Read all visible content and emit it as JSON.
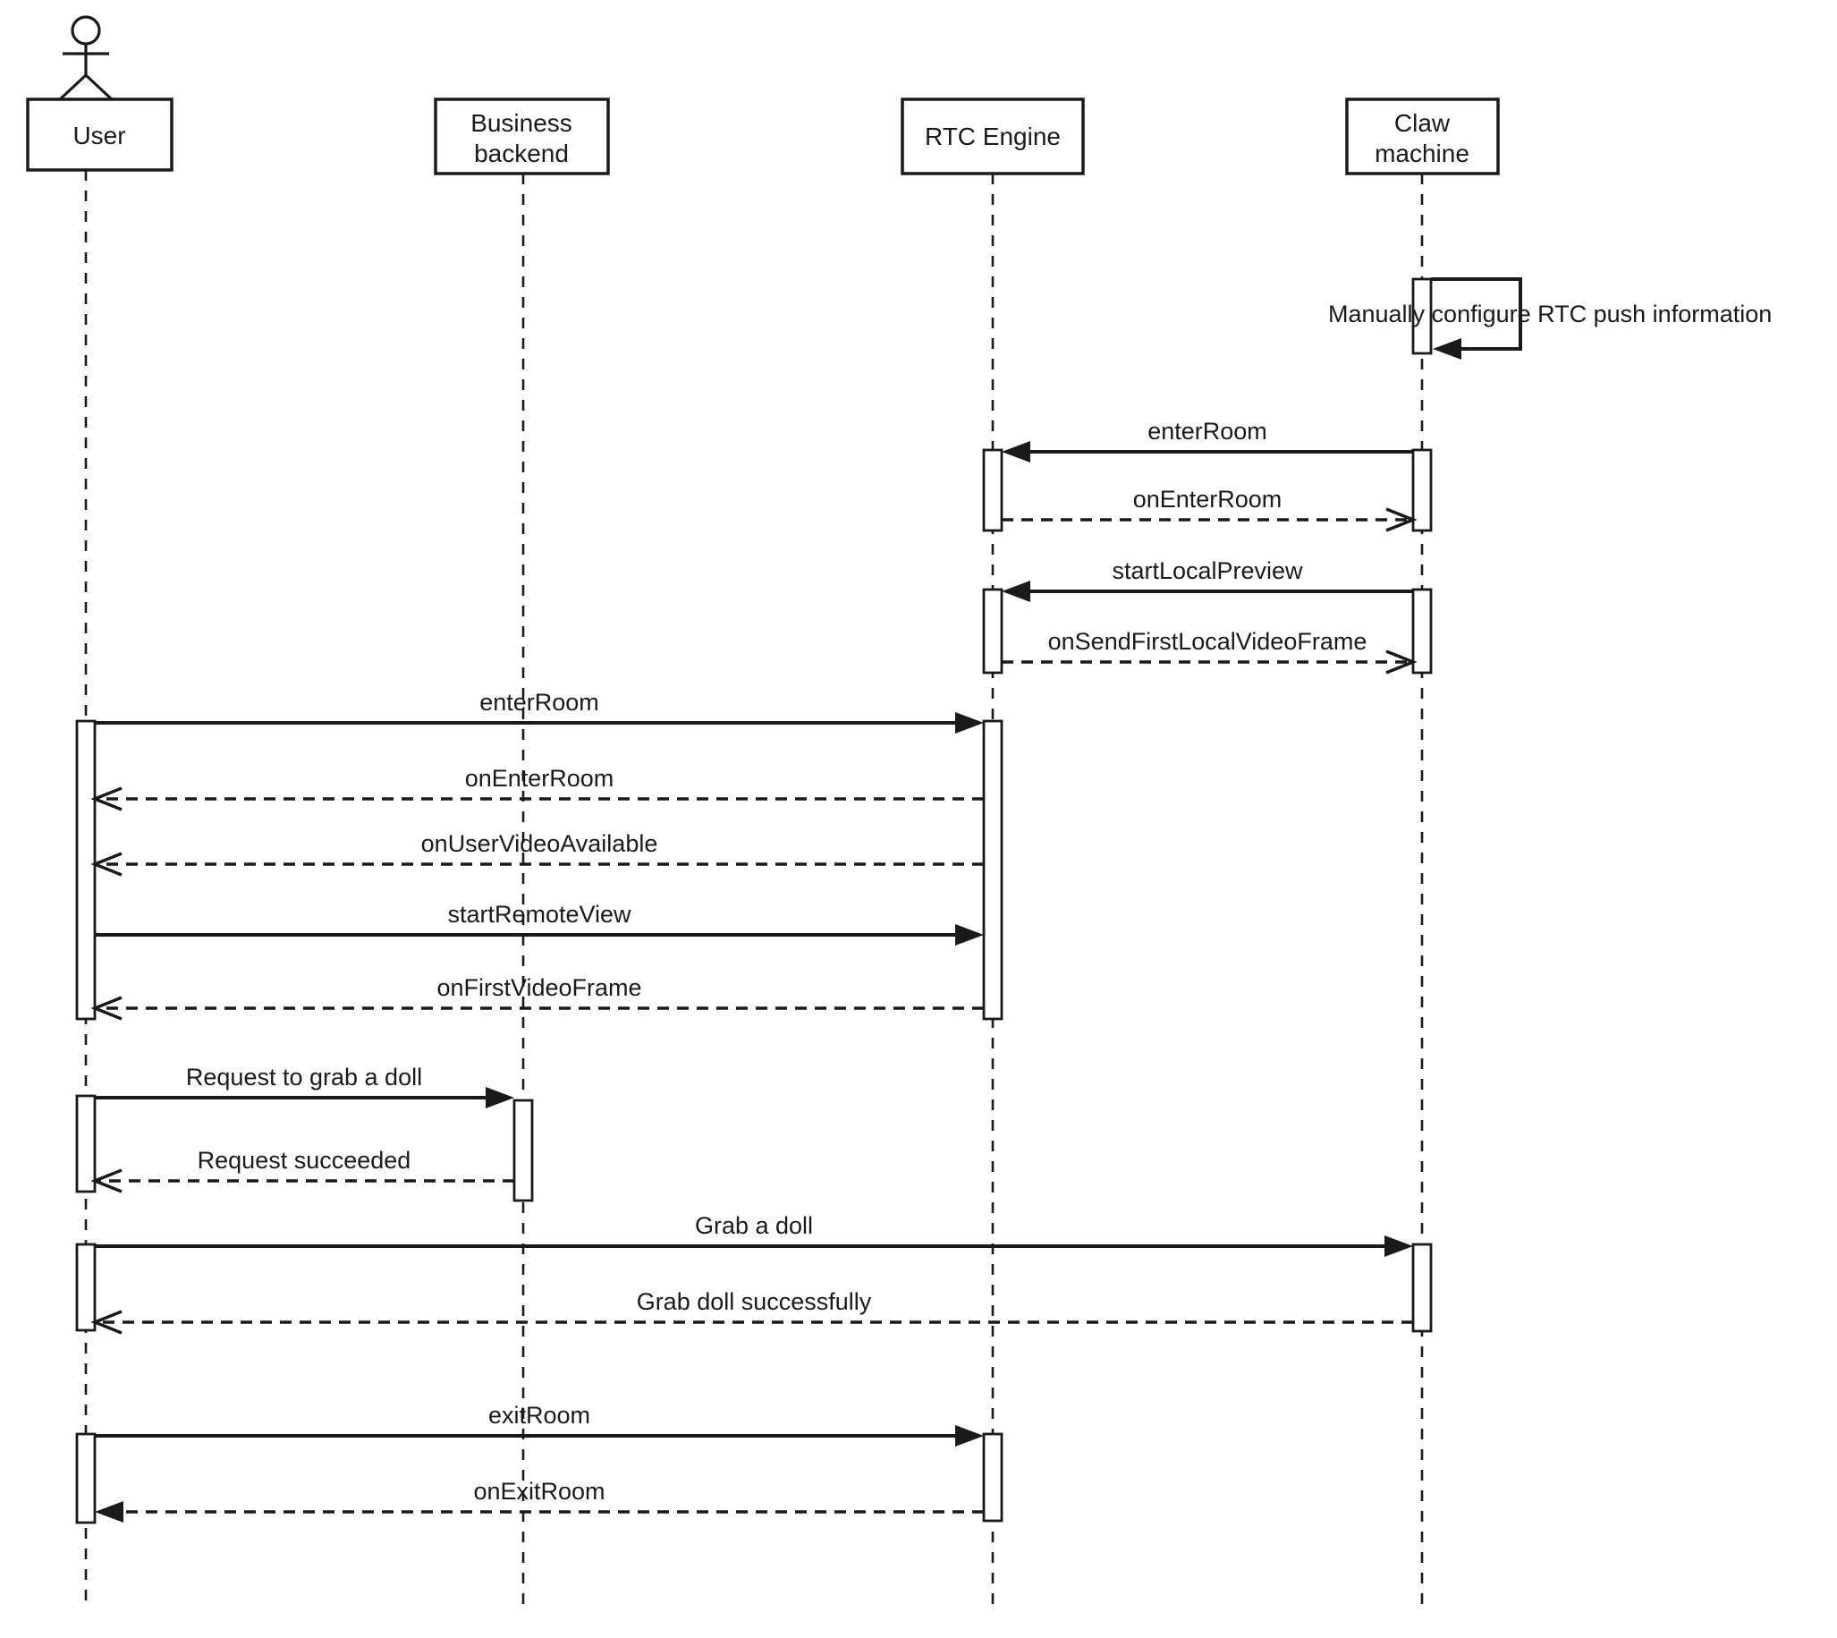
{
  "diagram": {
    "type": "sequence-diagram",
    "title": "Claw machine RTC sequence",
    "colors": {
      "line": "#1a1a1a",
      "background": "#ffffff",
      "activation_fill": "#ffffff"
    },
    "participants": [
      {
        "id": "user",
        "kind": "actor",
        "label": "User",
        "lines": [
          "User"
        ]
      },
      {
        "id": "business",
        "kind": "object",
        "label": "Business backend",
        "lines": [
          "Business",
          "backend"
        ]
      },
      {
        "id": "rtc",
        "kind": "object",
        "label": "RTC Engine",
        "lines": [
          "RTC Engine"
        ]
      },
      {
        "id": "claw",
        "kind": "object",
        "label": "Claw machine",
        "lines": [
          "Claw",
          "machine"
        ]
      }
    ],
    "self_message": {
      "participant": "claw",
      "label": "Manually configure RTC push information",
      "line": "solid",
      "arrow": "filled"
    },
    "messages": [
      {
        "from": "claw",
        "to": "rtc",
        "label": "enterRoom",
        "line": "solid",
        "arrow": "filled"
      },
      {
        "from": "rtc",
        "to": "claw",
        "label": "onEnterRoom",
        "line": "dashed",
        "arrow": "open"
      },
      {
        "from": "claw",
        "to": "rtc",
        "label": "startLocalPreview",
        "line": "solid",
        "arrow": "filled"
      },
      {
        "from": "rtc",
        "to": "claw",
        "label": "onSendFirstLocalVideoFrame",
        "line": "dashed",
        "arrow": "open"
      },
      {
        "from": "user",
        "to": "rtc",
        "label": "enterRoom",
        "line": "solid",
        "arrow": "filled"
      },
      {
        "from": "rtc",
        "to": "user",
        "label": "onEnterRoom",
        "line": "dashed",
        "arrow": "open"
      },
      {
        "from": "rtc",
        "to": "user",
        "label": "onUserVideoAvailable",
        "line": "dashed",
        "arrow": "open"
      },
      {
        "from": "user",
        "to": "rtc",
        "label": "startRemoteView",
        "line": "solid",
        "arrow": "filled"
      },
      {
        "from": "rtc",
        "to": "user",
        "label": "onFirstVideoFrame",
        "line": "dashed",
        "arrow": "open"
      },
      {
        "from": "user",
        "to": "business",
        "label": "Request to grab a doll",
        "line": "solid",
        "arrow": "filled"
      },
      {
        "from": "business",
        "to": "user",
        "label": "Request succeeded",
        "line": "dashed",
        "arrow": "open"
      },
      {
        "from": "user",
        "to": "claw",
        "label": "Grab a doll",
        "line": "solid",
        "arrow": "filled"
      },
      {
        "from": "claw",
        "to": "user",
        "label": "Grab doll successfully",
        "line": "dashed",
        "arrow": "open"
      },
      {
        "from": "user",
        "to": "rtc",
        "label": "exitRoom",
        "line": "solid",
        "arrow": "filled"
      },
      {
        "from": "rtc",
        "to": "user",
        "label": "onExitRoom",
        "line": "dashed",
        "arrow": "filled"
      }
    ]
  }
}
